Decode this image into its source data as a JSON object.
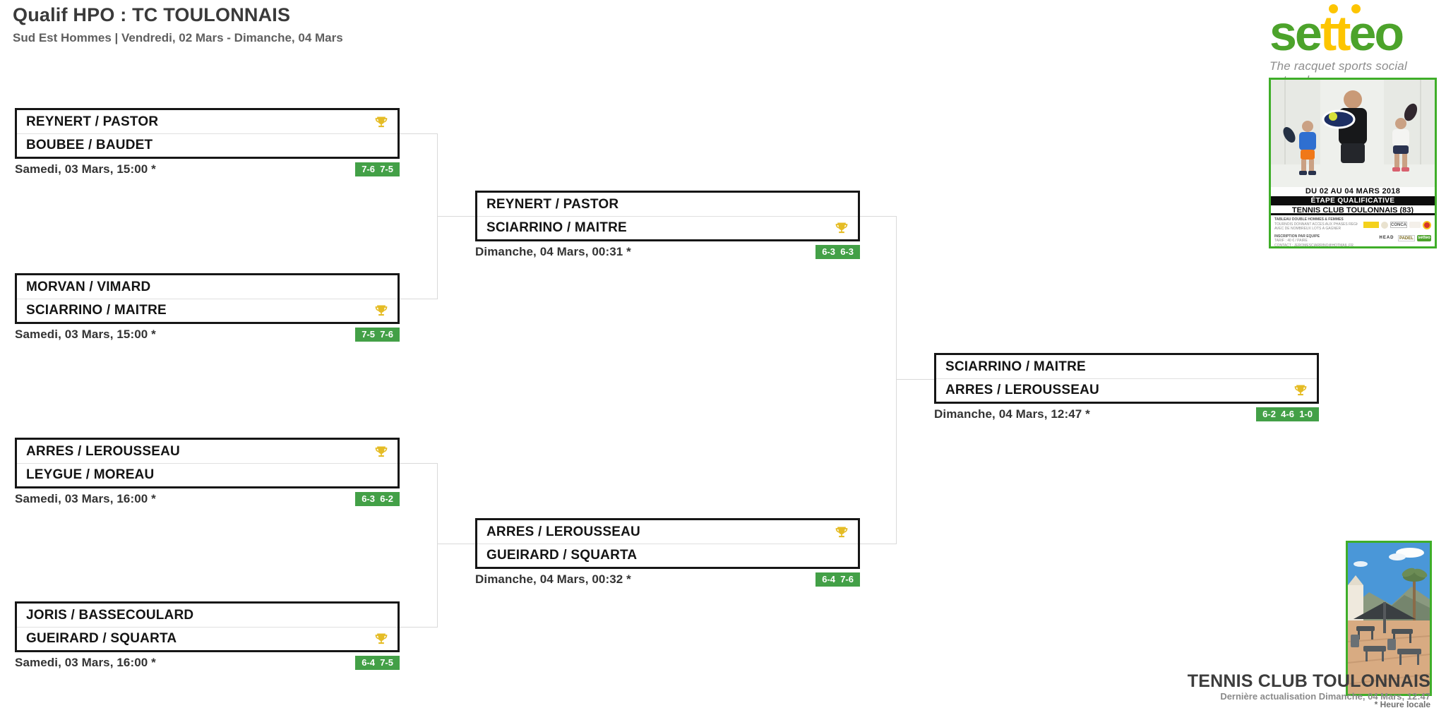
{
  "header": {
    "title": "Qualif HPO : TC TOULONNAIS",
    "subtitle": "Sud Est Hommes | Vendredi, 02 Mars - Dimanche, 04 Mars"
  },
  "brand": {
    "wordmark_prefix": "se",
    "wordmark_mid": "tt",
    "wordmark_suffix": "eo",
    "tagline": "The racquet sports social network"
  },
  "poster": {
    "date_band": "DU 02 AU 04 MARS 2018",
    "stage_band": "ÉTAPE QUALIFICATIVE",
    "club_band": "TENNIS CLUB TOULONNAIS (83)",
    "info_lines": [
      "TABLEAU DOUBLE HOMMES & FEMMES",
      "TOURNOIS DONNANT ACCÈS AUX PHASES RÉGIONALES",
      "AVEC DE NOMBREUX LOTS À GAGNER"
    ],
    "signup_lines": [
      "INSCRIPTION PAR ÉQUIPE",
      "TARIF : 40 € / PAIRE",
      "CONTACT : JEROMESCIARRINO@HOTMAIL.FR"
    ],
    "sponsors": {
      "conca": "CONCA",
      "head": "HEAD",
      "padel": "PADEL",
      "setteo": "setteo"
    }
  },
  "bracket": {
    "matches": [
      {
        "round": "quarts",
        "teams": [
          "REYNERT / PASTOR",
          "BOUBEE / BAUDET"
        ],
        "winner_index": 0,
        "date": "Samedi, 03 Mars, 15:00 *",
        "scores": [
          "7-6",
          "7-5"
        ]
      },
      {
        "round": "quarts",
        "teams": [
          "MORVAN / VIMARD",
          "SCIARRINO / MAITRE"
        ],
        "winner_index": 1,
        "date": "Samedi, 03 Mars, 15:00 *",
        "scores": [
          "7-5",
          "7-6"
        ]
      },
      {
        "round": "quarts",
        "teams": [
          "ARRES / LEROUSSEAU",
          "LEYGUE / MOREAU"
        ],
        "winner_index": 0,
        "date": "Samedi, 03 Mars, 16:00 *",
        "scores": [
          "6-3",
          "6-2"
        ]
      },
      {
        "round": "quarts",
        "teams": [
          "JORIS / BASSECOULARD",
          "GUEIRARD / SQUARTA"
        ],
        "winner_index": 1,
        "date": "Samedi, 03 Mars, 16:00 *",
        "scores": [
          "6-4",
          "7-5"
        ]
      },
      {
        "round": "demi",
        "teams": [
          "REYNERT / PASTOR",
          "SCIARRINO / MAITRE"
        ],
        "winner_index": 1,
        "date": "Dimanche, 04 Mars, 00:31 *",
        "scores": [
          "6-3",
          "6-3"
        ]
      },
      {
        "round": "demi",
        "teams": [
          "ARRES / LEROUSSEAU",
          "GUEIRARD / SQUARTA"
        ],
        "winner_index": 0,
        "date": "Dimanche, 04 Mars, 00:32 *",
        "scores": [
          "6-4",
          "7-6"
        ]
      },
      {
        "round": "finale",
        "teams": [
          "SCIARRINO / MAITRE",
          "ARRES / LEROUSSEAU"
        ],
        "winner_index": 1,
        "date": "Dimanche, 04 Mars, 12:47 *",
        "scores": [
          "6-2",
          "4-6",
          "1-0"
        ]
      }
    ]
  },
  "club": {
    "name": "TENNIS CLUB TOULONNAIS",
    "updated": "Dernière actualisation Dimanche, 04 Mars, 12:47",
    "note": "* Heure locale"
  },
  "colors": {
    "score_badge_green": "#43a047",
    "trophy_gold": "#e5bc25",
    "brand_green": "#4ca32b",
    "brand_yellow": "#fdc500",
    "poster_border_green": "#3fae29",
    "connector_gray": "#d9d9d9"
  }
}
